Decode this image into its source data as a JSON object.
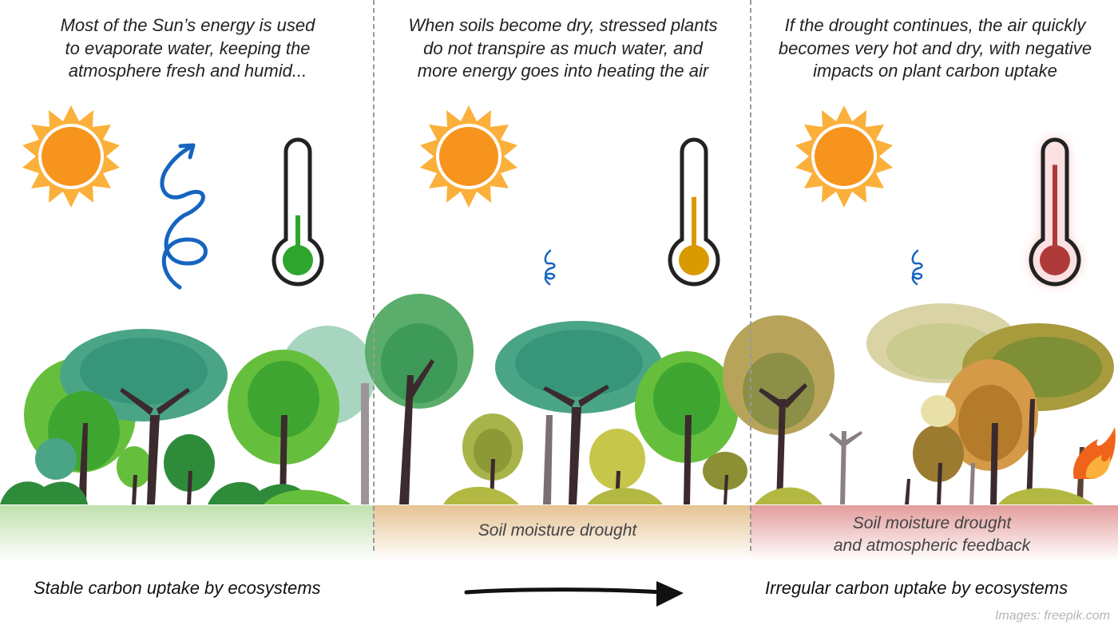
{
  "panels": [
    {
      "caption": "Most of the Sun’s energy is used\nto evaporate water, keeping the\natmosphere fresh and humid...",
      "thermometer_level": 0.35,
      "thermometer_color": "#2ea62e",
      "evaporation": "large"
    },
    {
      "caption": "When soils become dry, stressed plants\ndo not transpire as much water, and\nmore energy goes into heating the air",
      "thermometer_level": 0.55,
      "thermometer_color": "#d99a00",
      "evaporation": "small",
      "soil_label": "Soil moisture drought"
    },
    {
      "caption": "If the drought continues, the air quickly\nbecomes very hot and dry, with negative\nimpacts on plant carbon uptake",
      "thermometer_level": 0.9,
      "thermometer_color": "#b03a3a",
      "evaporation": "small",
      "soil_label": "Soil moisture drought\nand atmospheric feedback"
    }
  ],
  "bottom": {
    "left_label": "Stable carbon uptake by ecosystems",
    "right_label": "Irregular carbon uptake by ecosystems"
  },
  "credit": "Images: freepik.com",
  "colors": {
    "sun": "#f7941d",
    "sun_rays": "#fbb03b",
    "evaporation": "#1565c0",
    "healthy_ground": "#cfe8bf",
    "drought_ground": "#e9c99a",
    "feedback_ground": "#e7a3a3"
  },
  "icons": [
    "sun-icon",
    "evaporation-spiral-icon",
    "thermometer-icon",
    "fire-icon",
    "arrow-right-icon"
  ]
}
